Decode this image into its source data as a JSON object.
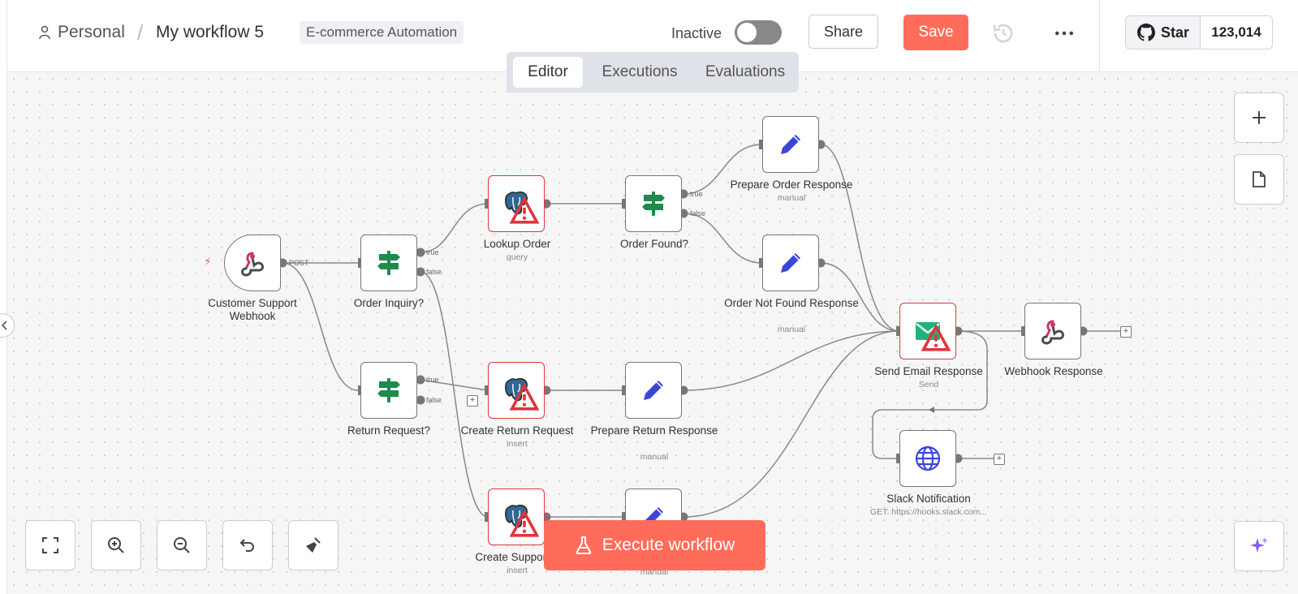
{
  "header": {
    "breadcrumb": {
      "project": "Personal",
      "separator": "/",
      "workflow_name": "My workflow 5"
    },
    "tag": "E-commerce Automation",
    "status_label": "Inactive",
    "share_label": "Share",
    "save_label": "Save",
    "github": {
      "star_label": "Star",
      "count": "123,014"
    }
  },
  "tabs": [
    {
      "label": "Editor",
      "active": true
    },
    {
      "label": "Executions",
      "active": false
    },
    {
      "label": "Evaluations",
      "active": false
    }
  ],
  "nodes": {
    "customer_support_webhook": {
      "label": "Customer Support Webhook",
      "icon": "webhook-icon",
      "output": "POST"
    },
    "order_inquiry": {
      "label": "Order Inquiry?",
      "icon": "signpost-icon",
      "outputs": [
        "true",
        "false"
      ]
    },
    "return_request": {
      "label": "Return Request?",
      "icon": "signpost-icon",
      "outputs": [
        "true",
        "false"
      ]
    },
    "lookup_order": {
      "label": "Lookup Order",
      "sub": "query",
      "icon": "postgres-icon"
    },
    "create_return_request": {
      "label": "Create Return Request",
      "sub": "insert",
      "icon": "postgres-icon"
    },
    "create_support_ticket": {
      "label": "Create Support T",
      "sub": "insert",
      "icon": "postgres-icon"
    },
    "order_found": {
      "label": "Order Found?",
      "icon": "signpost-icon",
      "outputs": [
        "true",
        "false"
      ]
    },
    "prepare_return_response": {
      "label": "Prepare Return Response",
      "sub": "manual",
      "icon": "pencil-icon"
    },
    "support_ticket_response": {
      "sub": "manual",
      "icon": "pencil-icon"
    },
    "prepare_order_response": {
      "label": "Prepare Order Response",
      "sub": "manual",
      "icon": "pencil-icon"
    },
    "order_not_found_response": {
      "label": "Order Not Found Response",
      "sub": "manual",
      "icon": "pencil-icon"
    },
    "send_email_response": {
      "label": "Send Email Response",
      "sub": "Send",
      "icon": "envelope-icon"
    },
    "webhook_response": {
      "label": "Webhook Response",
      "icon": "webhook-icon"
    },
    "slack_notification": {
      "label": "Slack Notification",
      "sub": "GET: https://hooks.slack.com...",
      "icon": "globe-icon"
    }
  },
  "execute_label": "Execute workflow",
  "colors": {
    "accent": "#ff6d5a",
    "error_border": "#e0353b",
    "signpost": "#1f8a4c",
    "pencil": "#3b46d9",
    "email": "#1fb37a",
    "postgres": "#336791"
  }
}
